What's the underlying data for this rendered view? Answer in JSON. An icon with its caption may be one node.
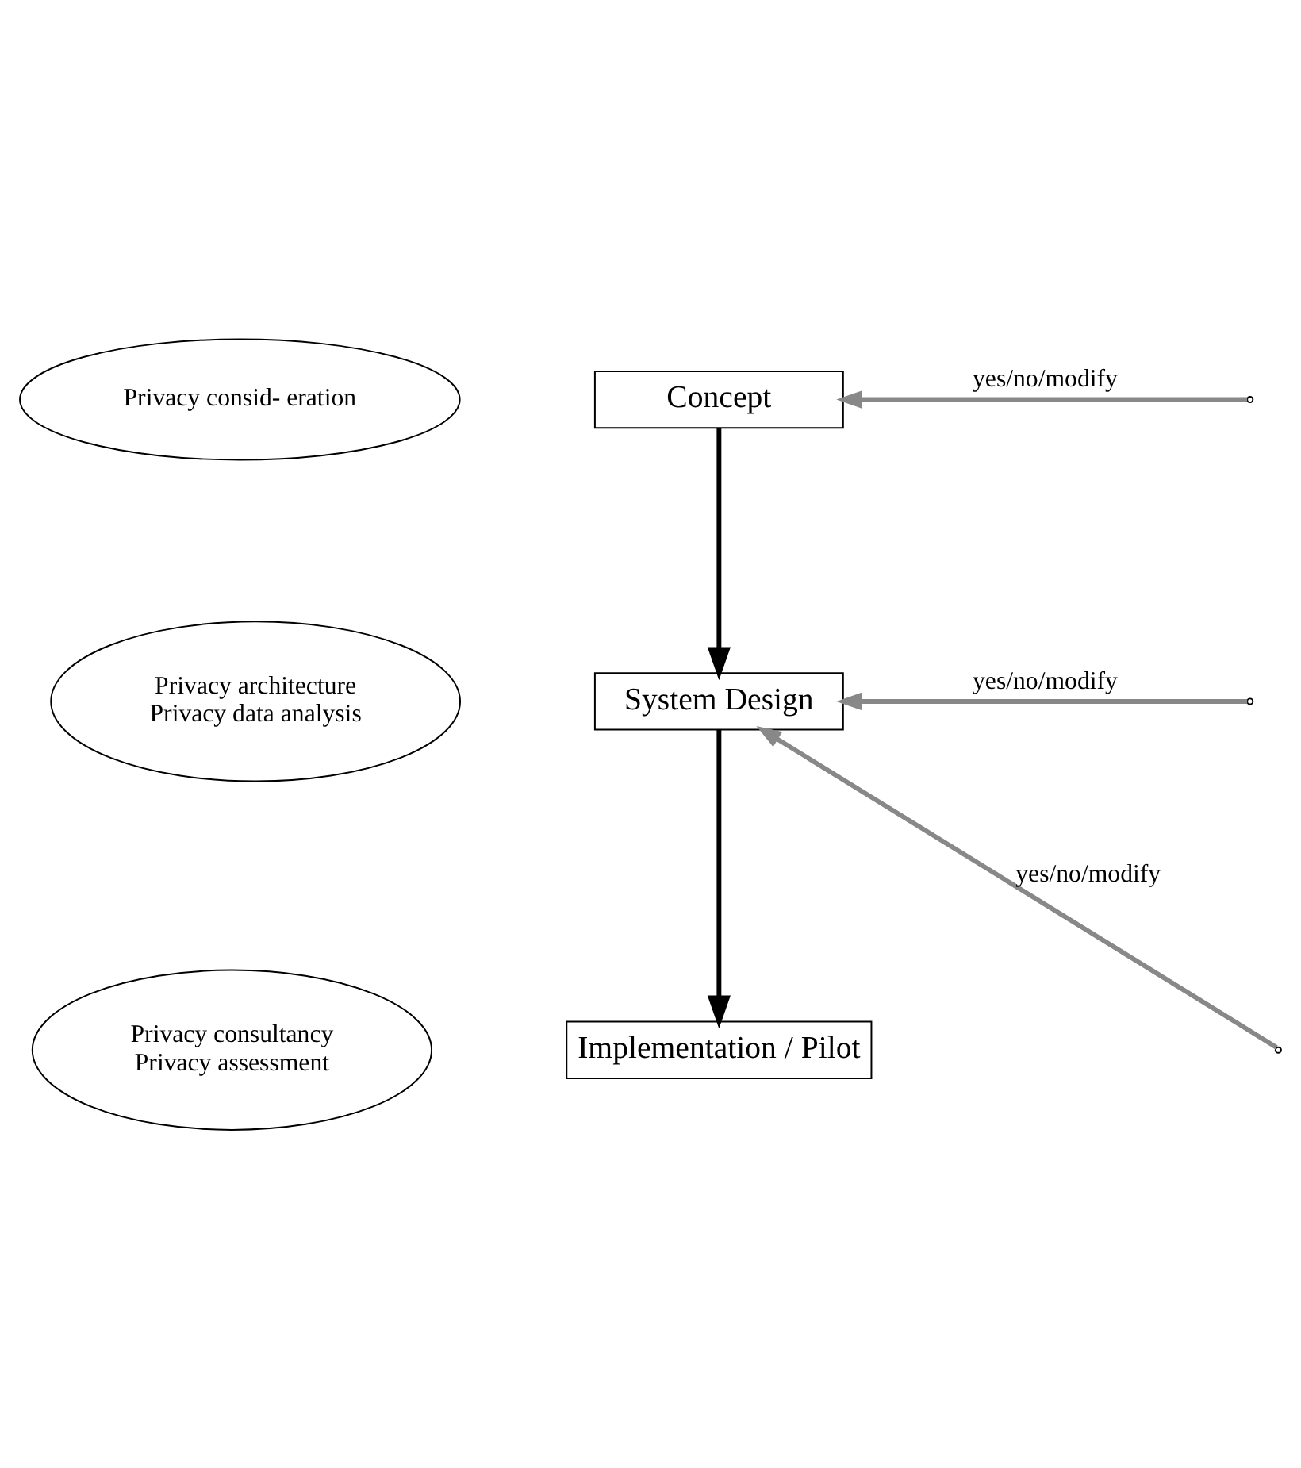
{
  "diagram": {
    "nodes": [
      {
        "text": [
          "Concept"
        ]
      },
      {
        "text": [
          "Privacy consid- eration"
        ]
      },
      {
        "text": [
          "System Design"
        ]
      },
      {
        "text": [
          "Privacy architecture",
          "Privacy data analysis"
        ]
      },
      {
        "text": [
          "Implementation / Pilot"
        ]
      },
      {
        "text": [
          "Privacy consultancy",
          "Privacy assessment"
        ]
      }
    ],
    "edges": [
      {
        "from": 0,
        "to": 2,
        "arrow": "to",
        "color": "#000000"
      },
      {
        "from": 2,
        "to": 4,
        "arrow": "to",
        "color": "#000000"
      },
      {
        "from": null,
        "to": 0,
        "arrow": "to",
        "label": "yes/no/modify"
      },
      {
        "from": null,
        "to": 2,
        "arrow": "to",
        "label": "yes/no/modify"
      },
      {
        "from": null,
        "to": 2,
        "arrow": "to",
        "label": "yes/no/modify"
      }
    ]
  }
}
